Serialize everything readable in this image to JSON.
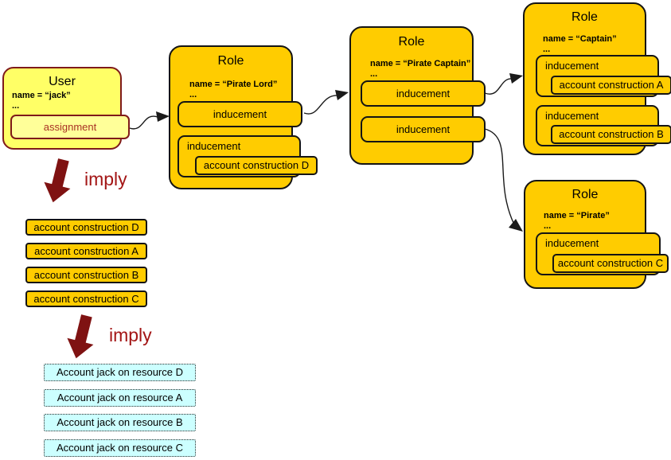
{
  "colors": {
    "role_fill": "#FFCC00",
    "user_fill": "#FFFF66",
    "assignment_fill": "#FFFF99",
    "account_fill": "#CCFFFF",
    "box_border": "#141414",
    "user_border": "#7F1A1A",
    "imply_arrow": "#7F1212",
    "imply_text": "#A31515",
    "assignment_text": "#A93226"
  },
  "user": {
    "title": "User",
    "name_line": "name = “jack”",
    "ellipsis": "...",
    "assignment_label": "assignment"
  },
  "roles": [
    {
      "title": "Role",
      "name_line": "name = “Pirate Lord”",
      "ellipsis": "...",
      "inducements": [
        {
          "label": "inducement"
        },
        {
          "label": "inducement",
          "construction": "account construction D"
        }
      ]
    },
    {
      "title": "Role",
      "name_line": "name = “Pirate Captain”",
      "ellipsis": "...",
      "inducements": [
        {
          "label": "inducement"
        },
        {
          "label": "inducement"
        }
      ]
    },
    {
      "title": "Role",
      "name_line": "name = “Captain”",
      "ellipsis": "...",
      "inducements": [
        {
          "label": "inducement",
          "construction": "account construction A"
        },
        {
          "label": "inducement",
          "construction": "account construction B"
        }
      ]
    },
    {
      "title": "Role",
      "name_line": "name = “Pirate”",
      "ellipsis": "...",
      "inducements": [
        {
          "label": "inducement",
          "construction": "account construction C"
        }
      ]
    }
  ],
  "imply_labels": [
    "imply",
    "imply"
  ],
  "derived_constructions": [
    "account construction D",
    "account construction A",
    "account construction B",
    "account construction C"
  ],
  "accounts": [
    "Account jack on resource D",
    "Account jack on resource A",
    "Account jack on resource B",
    "Account jack on resource C"
  ]
}
